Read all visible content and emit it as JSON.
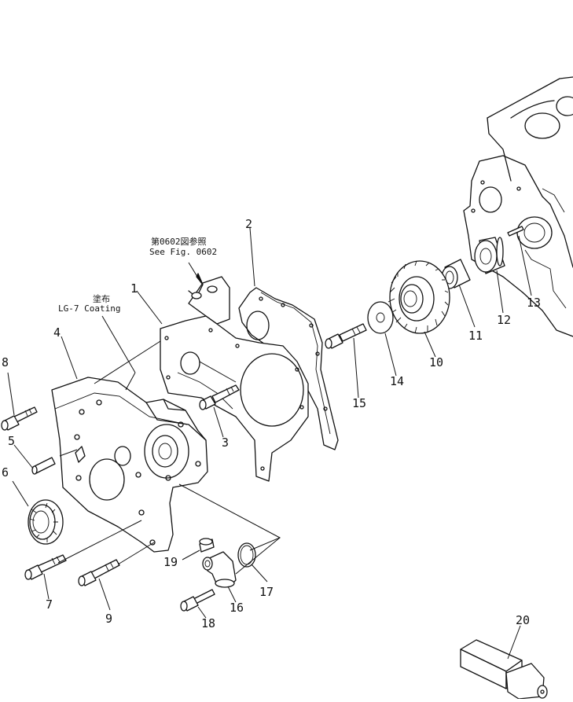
{
  "notes": {
    "see_fig_jp": "第0602図参照",
    "see_fig_en": "See Fig. 0602",
    "coating_jp": "塗布",
    "coating_en": "LG-7  Coating"
  },
  "callouts": [
    {
      "id": "1",
      "label": "1"
    },
    {
      "id": "2",
      "label": "2"
    },
    {
      "id": "3",
      "label": "3"
    },
    {
      "id": "4",
      "label": "4"
    },
    {
      "id": "5",
      "label": "5"
    },
    {
      "id": "6",
      "label": "6"
    },
    {
      "id": "7",
      "label": "7"
    },
    {
      "id": "8",
      "label": "8"
    },
    {
      "id": "9",
      "label": "9"
    },
    {
      "id": "10",
      "label": "10"
    },
    {
      "id": "11",
      "label": "11"
    },
    {
      "id": "12",
      "label": "12"
    },
    {
      "id": "13",
      "label": "13"
    },
    {
      "id": "14",
      "label": "14"
    },
    {
      "id": "15",
      "label": "15"
    },
    {
      "id": "16",
      "label": "16"
    },
    {
      "id": "17",
      "label": "17"
    },
    {
      "id": "18",
      "label": "18"
    },
    {
      "id": "19",
      "label": "19"
    },
    {
      "id": "20",
      "label": "20"
    }
  ]
}
